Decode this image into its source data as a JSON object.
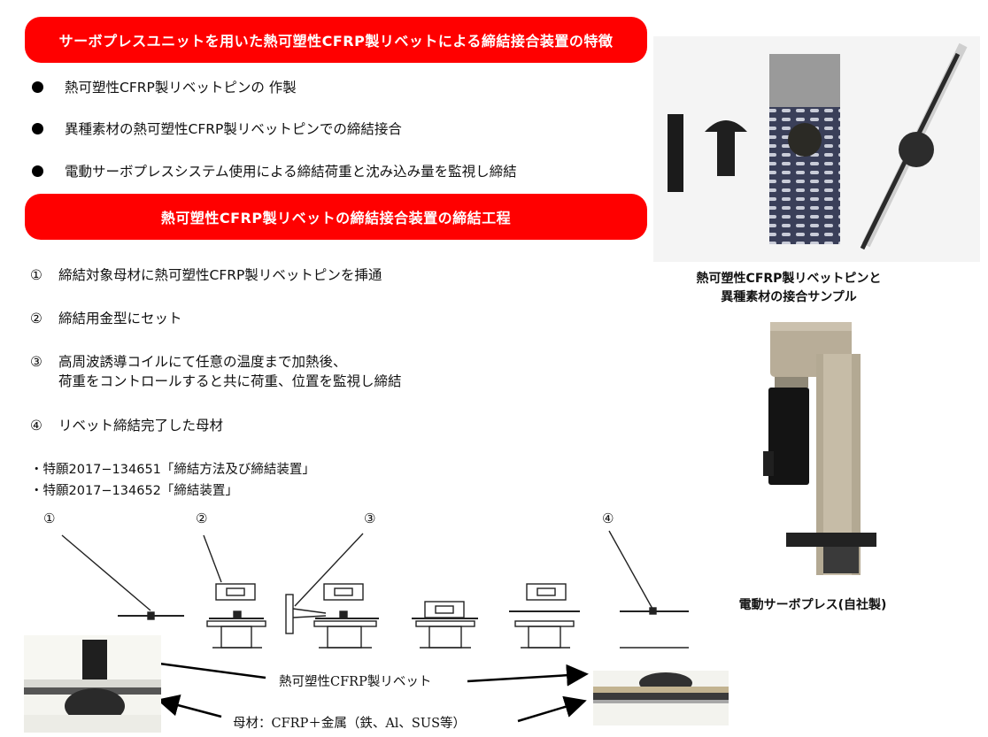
{
  "banners": {
    "features_title": "サーボプレスユニットを用いた熱可塑性CFRP製リベットによる締結接合装置の特徴",
    "process_title": "熱可塑性CFRP製リベットの締結接合装置の締結工程"
  },
  "features": [
    "熱可塑性CFRP製リベットピンの 作製",
    "異種素材の熱可塑性CFRP製リベットピンでの締結接合",
    "電動サーボプレスシステム使用による締結荷重と沈み込み量を監視し締結"
  ],
  "steps": [
    {
      "num": "①",
      "lines": [
        "締結対象母材に熱可塑性CFRP製リベットピンを挿通"
      ]
    },
    {
      "num": "②",
      "lines": [
        "締結用金型にセット"
      ]
    },
    {
      "num": "③",
      "lines": [
        "高周波誘導コイルにて任意の温度まで加熱後、",
        "荷重をコントロールすると共に荷重、位置を監視し締結"
      ]
    },
    {
      "num": "④",
      "lines": [
        "リベット締結完了した母材"
      ]
    }
  ],
  "patents": [
    "・特願2017−134651「締結方法及び締結装置」",
    "・特願2017−134652「締結装置」"
  ],
  "diagram": {
    "markers": [
      "①",
      "②",
      "③",
      "④"
    ],
    "rivet_label": "熱可塑性CFRP製リベット",
    "base_label": "母材：CFRP＋金属（鉄、Al、SUS等）"
  },
  "photos": {
    "sample_caption_line1": "熱可塑性CFRP製リベットピンと",
    "sample_caption_line2": "異種素材の接合サンプル",
    "press_caption": "電動サーボプレス(自社製)"
  },
  "colors": {
    "banner": "#ff0000",
    "banner_text": "#ffffff"
  }
}
